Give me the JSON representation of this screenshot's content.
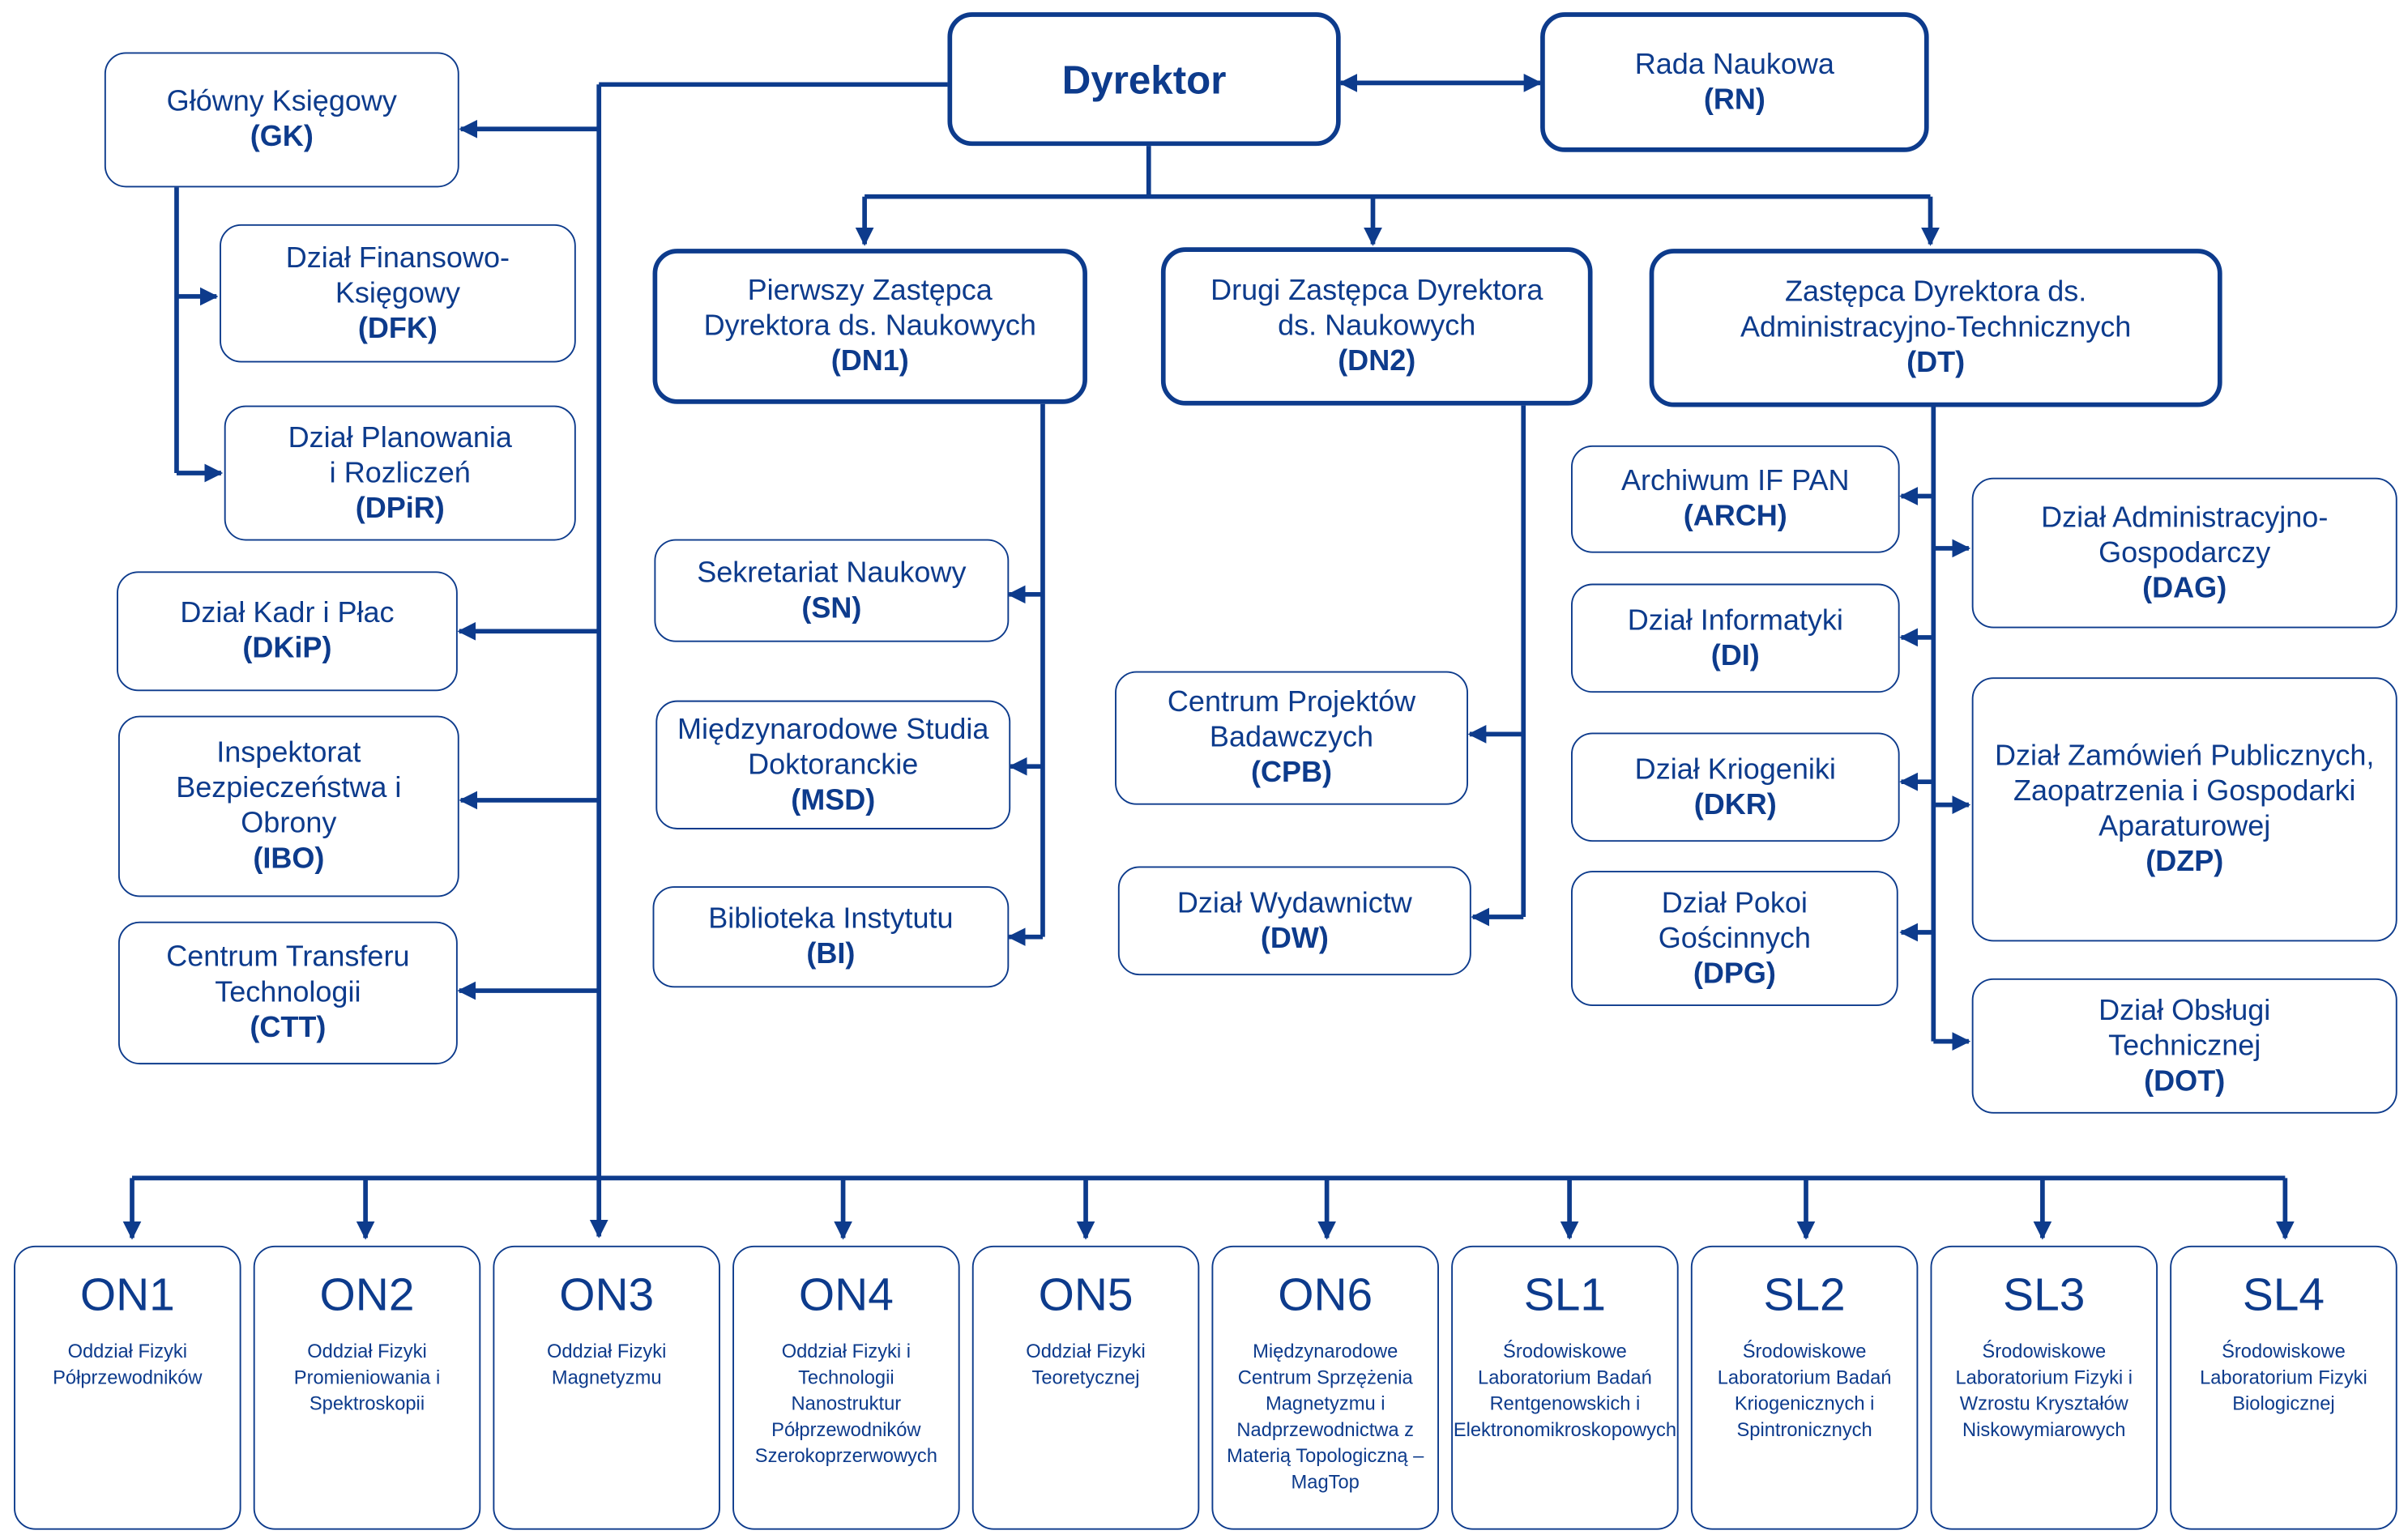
{
  "director": {
    "name": "Dyrektor"
  },
  "council": {
    "name": "Rada Naukowa",
    "code": "(RN)"
  },
  "left": [
    {
      "name": "Główny Księgowy",
      "code": "(GK)"
    },
    {
      "name": "Dział Finansowo-Księgowy",
      "code": "(DFK)"
    },
    {
      "name": "Dział Planowania i Rozliczeń",
      "code": "(DPiR)"
    },
    {
      "name": "Dział Kadr i Płac",
      "code": "(DKiP)"
    },
    {
      "name": "Inspektorat Bezpieczeństwa i Obrony",
      "code": "(IBO)"
    },
    {
      "name": "Centrum Transferu Technologii",
      "code": "(CTT)"
    }
  ],
  "deputies": [
    {
      "name": "Pierwszy Zastępca Dyrektora ds. Naukowych",
      "code": "(DN1)"
    },
    {
      "name": "Drugi Zastępca Dyrektora ds. Naukowych",
      "code": "(DN2)"
    },
    {
      "name": "Zastępca Dyrektora ds. Administracyjno-Technicznych",
      "code": "(DT)"
    }
  ],
  "dn1_units": [
    {
      "name": "Sekretariat Naukowy",
      "code": "(SN)"
    },
    {
      "name": "Międzynarodowe Studia Doktoranckie",
      "code": "(MSD)"
    },
    {
      "name": "Biblioteka Instytutu",
      "code": "(BI)"
    }
  ],
  "dn2_units": [
    {
      "name": "Centrum Projektów Badawczych",
      "code": "(CPB)"
    },
    {
      "name": "Dział Wydawnictw",
      "code": "(DW)"
    }
  ],
  "dt_left": [
    {
      "name": "Archiwum IF PAN",
      "code": "(ARCH)"
    },
    {
      "name": "Dział Informatyki",
      "code": "(DI)"
    },
    {
      "name": "Dział Kriogeniki",
      "code": "(DKR)"
    },
    {
      "name": "Dział Pokoi Gościnnych",
      "code": "(DPG)"
    }
  ],
  "dt_right": [
    {
      "name": "Dział Administracyjno-Gospodarczy",
      "code": "(DAG)"
    },
    {
      "name": "Dział Zamówień Publicznych, Zaopatrzenia i Gospodarki Aparaturowej",
      "code": "(DZP)"
    },
    {
      "name": "Dział Obsługi Technicznej",
      "code": "(DOT)"
    }
  ],
  "bottom": [
    {
      "code": "ON1",
      "desc": "Oddział Fizyki Półprzewodników"
    },
    {
      "code": "ON2",
      "desc": "Oddział Fizyki Promieniowania i Spektroskopii"
    },
    {
      "code": "ON3",
      "desc": "Oddział Fizyki Magnetyzmu"
    },
    {
      "code": "ON4",
      "desc": "Oddział Fizyki i Technologii Nanostruktur Półprzewodników Szerokoprzerwowych"
    },
    {
      "code": "ON5",
      "desc": "Oddział Fizyki Teoretycznej"
    },
    {
      "code": "ON6",
      "desc": "Międzynarodowe Centrum Sprzężenia Magnetyzmu i Nadprzewodnictwa z Materią Topologiczną – MagTop"
    },
    {
      "code": "SL1",
      "desc": "Środowiskowe Laboratorium Badań Rentgenowskich i Elektronomikroskopowych"
    },
    {
      "code": "SL2",
      "desc": "Środowiskowe Laboratorium Badań Kriogenicznych i Spintronicznych"
    },
    {
      "code": "SL3",
      "desc": "Środowiskowe Laboratorium Fizyki i Wzrostu Kryształów Niskowymiarowych"
    },
    {
      "code": "SL4",
      "desc": "Środowiskowe Laboratorium Fizyki Biologicznej"
    }
  ]
}
